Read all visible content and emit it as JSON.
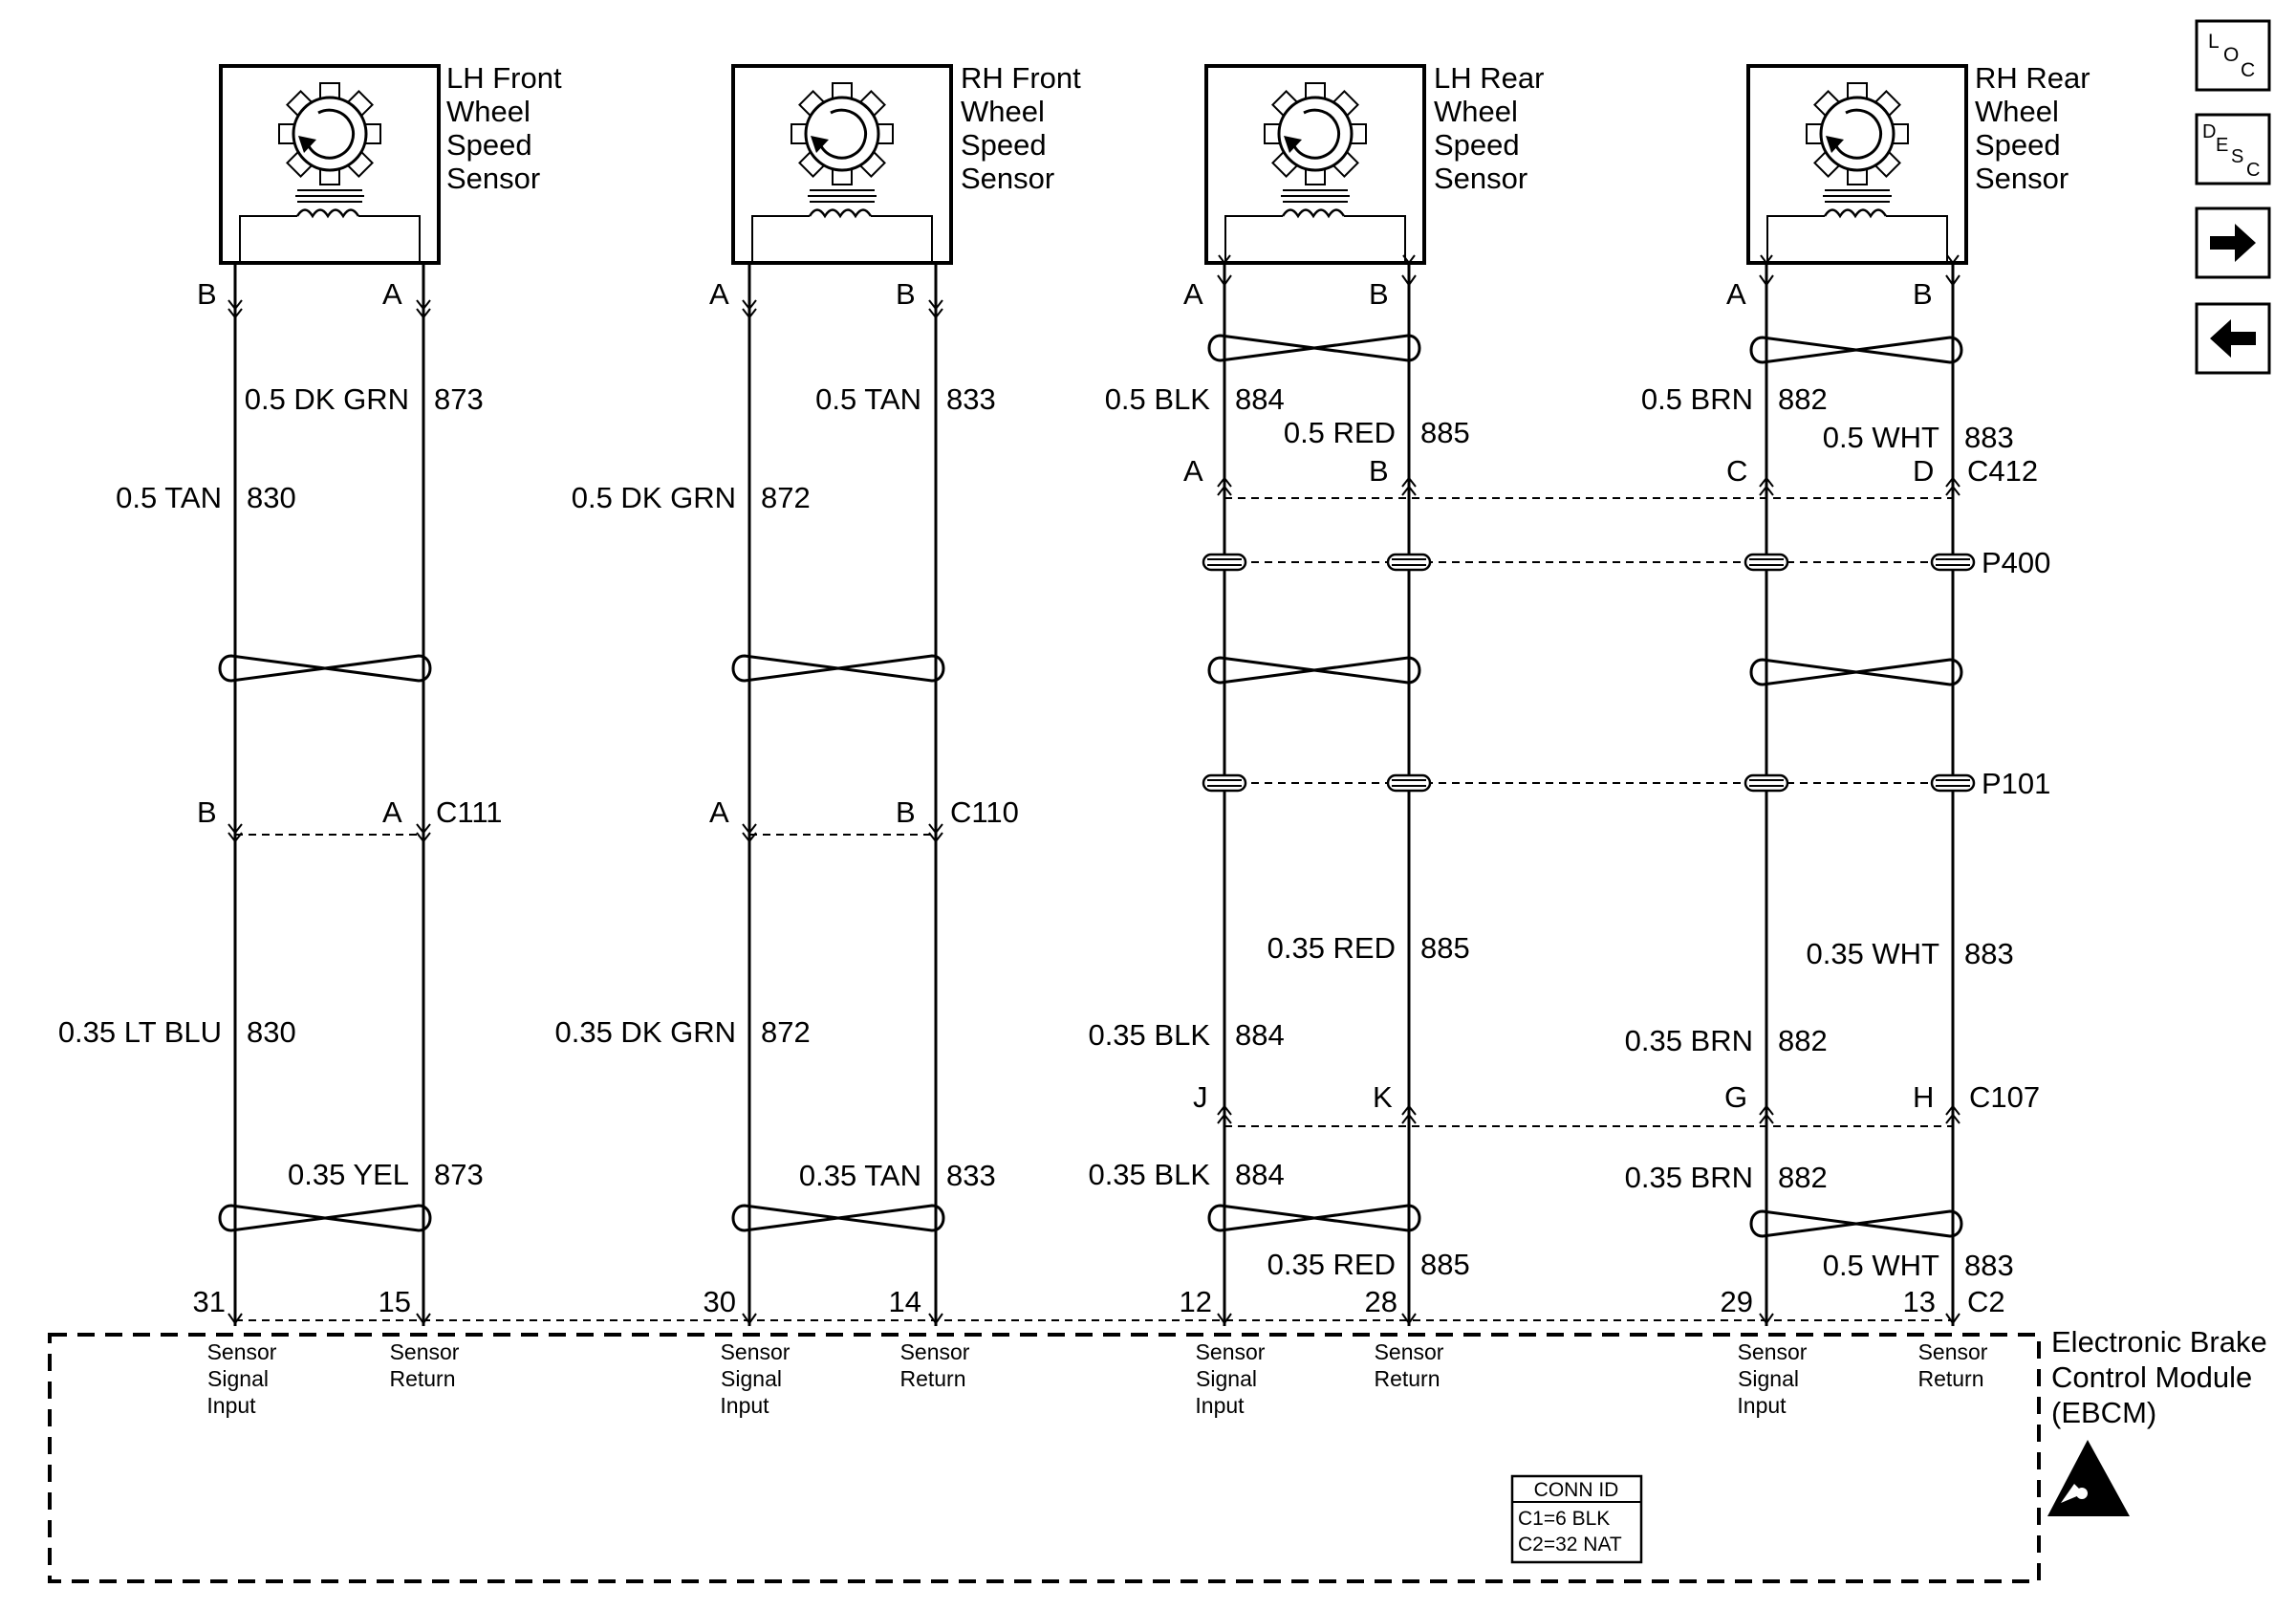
{
  "sensors": [
    {
      "lines": [
        "LH Front",
        "Wheel",
        "Speed",
        "Sensor"
      ]
    },
    {
      "lines": [
        "RH Front",
        "Wheel",
        "Speed",
        "Sensor"
      ]
    },
    {
      "lines": [
        "LH Rear",
        "Wheel",
        "Speed",
        "Sensor"
      ]
    },
    {
      "lines": [
        "RH Rear",
        "Wheel",
        "Speed",
        "Sensor"
      ]
    }
  ],
  "sensor_pins": {
    "lhf": [
      "B",
      "A"
    ],
    "rhf": [
      "A",
      "B"
    ],
    "lhr": [
      "A",
      "B"
    ],
    "rhr": [
      "A",
      "B"
    ]
  },
  "wires_upper": {
    "lhf_left": {
      "gauge_color": "0.5 TAN",
      "circuit": "830"
    },
    "lhf_right": {
      "gauge_color": "0.5 DK GRN",
      "circuit": "873"
    },
    "rhf_left": {
      "gauge_color": "0.5 DK GRN",
      "circuit": "872"
    },
    "rhf_right": {
      "gauge_color": "0.5 TAN",
      "circuit": "833"
    },
    "lhr_left": {
      "gauge_color": "0.5 BLK",
      "circuit": "884"
    },
    "lhr_right": {
      "gauge_color": "0.5 RED",
      "circuit": "885"
    },
    "rhr_left": {
      "gauge_color": "0.5 BRN",
      "circuit": "882"
    },
    "rhr_right": {
      "gauge_color": "0.5 WHT",
      "circuit": "883"
    }
  },
  "wires_mid": {
    "lhf_left": {
      "gauge_color": "0.35 LT BLU",
      "circuit": "830"
    },
    "rhf_left": {
      "gauge_color": "0.35 DK GRN",
      "circuit": "872"
    },
    "lhr_right": {
      "gauge_color": "0.35 RED",
      "circuit": "885"
    },
    "rhr_right": {
      "gauge_color": "0.35 WHT",
      "circuit": "883"
    },
    "lhr_left": {
      "gauge_color": "0.35 BLK",
      "circuit": "884"
    },
    "rhr_left": {
      "gauge_color": "0.35 BRN",
      "circuit": "882"
    }
  },
  "wires_lower": {
    "lhf_right": {
      "gauge_color": "0.35 YEL",
      "circuit": "873"
    },
    "rhf_right": {
      "gauge_color": "0.35 TAN",
      "circuit": "833"
    },
    "lhr_left": {
      "gauge_color": "0.35 BLK",
      "circuit": "884"
    },
    "rhr_left": {
      "gauge_color": "0.35 BRN",
      "circuit": "882"
    },
    "lhr_right": {
      "gauge_color": "0.35 RED",
      "circuit": "885"
    },
    "rhr_right": {
      "gauge_color": "0.5 WHT",
      "circuit": "883"
    }
  },
  "connectors": {
    "c412": {
      "name": "C412",
      "pins": [
        "A",
        "B",
        "C",
        "D"
      ]
    },
    "p400": {
      "name": "P400"
    },
    "p101": {
      "name": "P101"
    },
    "c111": {
      "name": "C111",
      "pins": [
        "B",
        "A"
      ]
    },
    "c110": {
      "name": "C110",
      "pins": [
        "A",
        "B"
      ]
    },
    "c107": {
      "name": "C107",
      "pins": [
        "J",
        "K",
        "G",
        "H"
      ]
    },
    "c2": {
      "name": "C2",
      "pins": [
        "31",
        "15",
        "30",
        "14",
        "12",
        "28",
        "29",
        "13"
      ]
    }
  },
  "ebcm": {
    "name_lines": [
      "Electronic Brake",
      "Control Module",
      "(EBCM)"
    ],
    "terminal_signal": [
      "Sensor",
      "Signal",
      "Input"
    ],
    "terminal_return": [
      "Sensor",
      "Return"
    ],
    "conn_id": {
      "title": "CONN ID",
      "rows": [
        "C1=6 BLK",
        "C2=32 NAT"
      ]
    }
  },
  "nav": {
    "loc": {
      "parts": [
        "L",
        "O",
        "C"
      ]
    },
    "desc": {
      "parts": [
        "D",
        "E",
        "S",
        "C"
      ]
    },
    "icons": [
      "right-arrow-icon",
      "left-arrow-icon"
    ]
  }
}
